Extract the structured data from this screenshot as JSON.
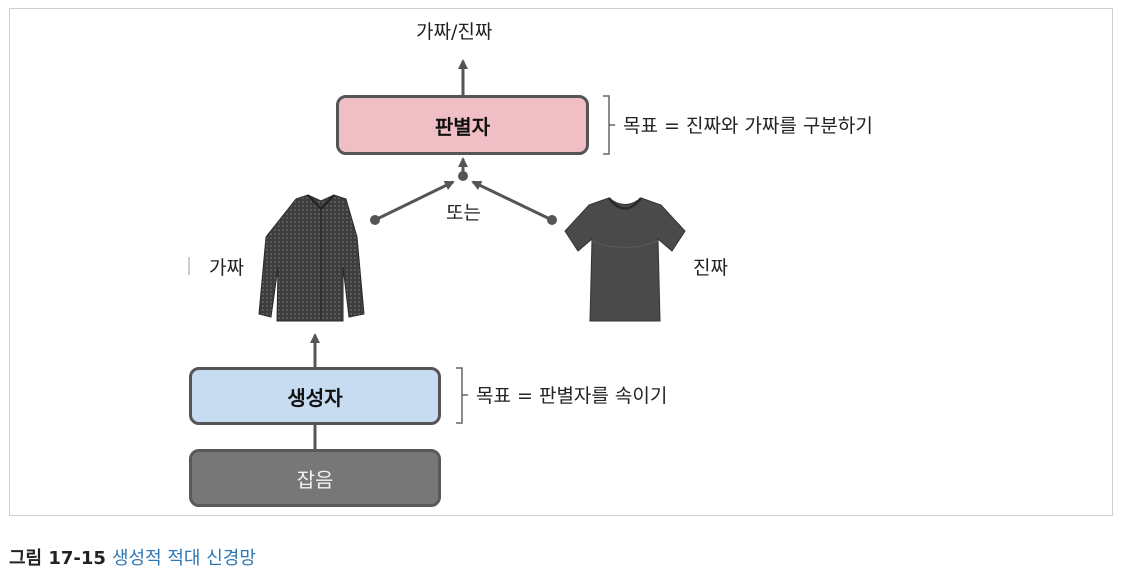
{
  "figure": {
    "output_label": "가짜/진짜",
    "discriminator": {
      "label": "판별자",
      "goal": "목표 = 진짜와 가짜를 구분하기",
      "fill": "#efbfc5"
    },
    "or_label": "또는",
    "fake_label": "가짜",
    "real_label": "진짜",
    "generator": {
      "label": "생성자",
      "goal": "목표 = 판별자를 속이기",
      "fill": "#c7dbf1"
    },
    "noise": {
      "label": "잡음",
      "fill": "#777777"
    },
    "images": [
      {
        "name": "generated-sweater-icon",
        "kind": "long-sleeve sweater (fake)"
      },
      {
        "name": "real-tshirt-icon",
        "kind": "t-shirt (real)"
      }
    ]
  },
  "caption": {
    "number": "그림 17-15",
    "text": "생성적 적대 신경망",
    "accent": "#2e78b6"
  }
}
